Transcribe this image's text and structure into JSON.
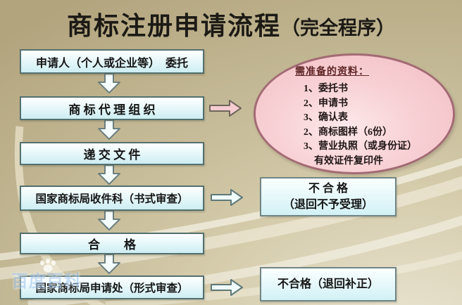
{
  "title": {
    "main": "商标注册申请流程",
    "paren": "（完全程序）"
  },
  "flow_boxes": [
    {
      "label": "申请人（个人或企业等）  委托"
    },
    {
      "label": "商 标 代 理 组 织"
    },
    {
      "label": "递 交 文 件"
    },
    {
      "label": "国家商标局收件科（书式审查）"
    },
    {
      "label": "合　　格"
    },
    {
      "label": "国家商标局申请处（形式审查）"
    }
  ],
  "materials_ellipse": {
    "heading": "需准备的资料：",
    "items": [
      "1、委托书",
      "2、申请书",
      "3、确认表",
      "2、商标图样（6份）",
      "3、营业执照（或身份证）",
      "有效证件复印件"
    ]
  },
  "result_boxes": [
    {
      "line1": "不 合 格",
      "line2": "（退回不予受理）"
    },
    {
      "line1": "不合格（退回补正）"
    }
  ],
  "watermark": {
    "text": "百度百科"
  },
  "icons": {
    "down_arrow": "down-arrow",
    "right_arrow": "right-arrow",
    "paw": "paw-print"
  },
  "colors": {
    "bg-dark": "#b2a47d",
    "bg-mid": "#c9bf9d",
    "bg-light": "#e9e4d2",
    "title-color": "#1c1a15",
    "box-border": "#53706f",
    "box-fill-top": "#feffff",
    "box-fill-bottom": "#cdeef3",
    "result-box-border": "#708585",
    "ellipse-fill": "#f4c5ca",
    "ellipse-border": "#a26b74",
    "ellipse-heading-color": "#5f2626",
    "pink-arrow-fill": "#f5ccd0",
    "cyan-arrow-fill": "#effbfb",
    "arrow-outline": "#5f7878",
    "watermark-blue": "#9ec4ef"
  }
}
